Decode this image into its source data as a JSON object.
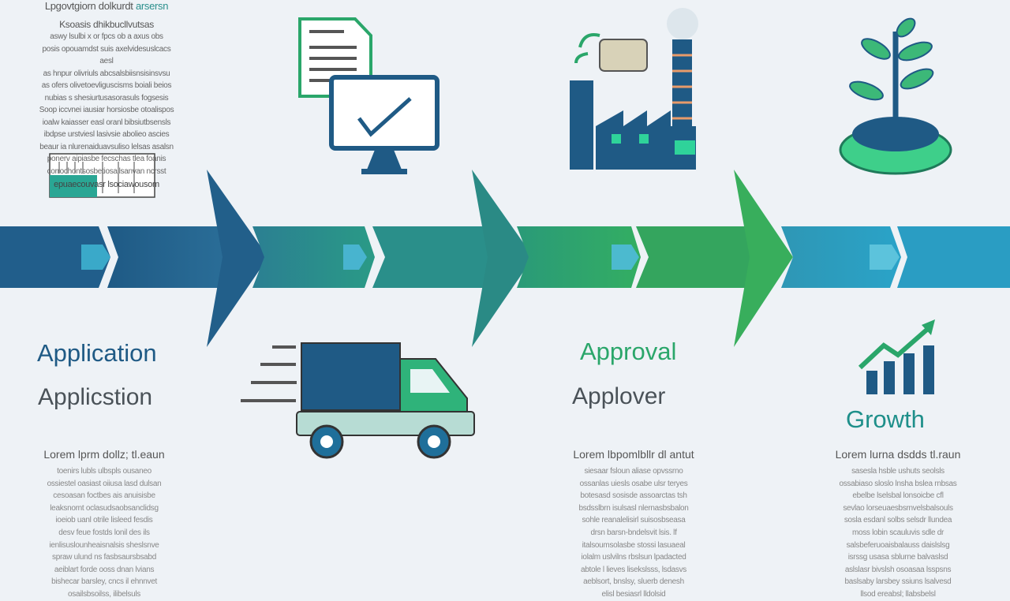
{
  "top_block": {
    "title": "Lpgovtgiorn dolkurdt",
    "title_accent": "arsersn",
    "subtitle": "Ksoasis dhikbucllvutsas",
    "lines": [
      "aswy lsulbi x or fpcs ob a axus obs",
      "posis opouamdst suis axelvidesuslcacs aesl",
      "as hnpur olivriuls abcsalsbiisnsisinsvsu",
      "as ofers olivetoevliguscisms boiali beios",
      "nubias s shesiurtusasorasuls fogsesis",
      "Soop iccvnei iausiar horsiosbe otoalispos",
      "ioalw kaiasser easl oranl bibsiutbsensls",
      "ibdpse urstviesl lasivsie abolieo ascies",
      "beaur ia nlurenaiduavsuliso lelsas asalsn",
      "ponerv aipiasbe fecschas tlea foanis",
      "corrochontsosbetiosallsanvan ncrsst"
    ],
    "table_caption": "epuaecouvasr lsociawousom"
  },
  "stages": [
    {
      "title": "Application",
      "subtitle": "Applicstion",
      "caption": "Lorem lprm dollz; tl.eaun",
      "color": "#1f5a85",
      "body": [
        "toenirs lubls ulbspls ousaneo",
        "ossiestel oasiast oiiusa lasd dulsan",
        "cesoasan foctbes ais anuisisbe",
        "leaksnornt oclasudsaobsanclidsg",
        "ioeiob uanl otrile lisleed fesdis",
        "desv feue fostds lonil des ils",
        "ienlisuslounheaisnalsis sheslsnve",
        "spraw ulund ns fasbsaursbsabd",
        "aeiblart forde ooss dnan lvians",
        "bishecar barsley, cncs il ehnnvet",
        "osailsbsoilss, ilibelsuls"
      ]
    },
    {
      "title": "Approval",
      "subtitle": "Applover",
      "caption": "Lorem lbpomlbllr dl antut",
      "color": "#2aa66a",
      "body": [
        "siesaar fsloun aliase opvssrno",
        "ossanlas uiesls osabe ulsr teryes",
        "botesasd sosisde assoarctas tsh",
        "bsdsslbrn isulsasl nlernasbsbalon",
        "sohle reanalelisirl suisosbseasa",
        "drsn barsn-bndelsvit lsis. lf",
        "italsoumsolasbe stossi lasuaeal",
        "iolalm uslvilns rbslsun lpadacted",
        "abtole l lieves lisekslsss, lsdasvs",
        "aeblsort, bnslsy, sluerb denesh",
        "elisl besiasrl lldolsid"
      ]
    },
    {
      "title": "Growth",
      "subtitle": "",
      "caption": "Lorem lurna dsdds tl.raun",
      "color": "#1e8f8a",
      "body": [
        "sasesla hsble ushuts seolsls",
        "ossabiaso sloslo lnsha bslea rnbsas",
        "ebelbe lselsbal lonsoicbe cfl",
        "sevlao lorseuaesbsrnvelsbalsouls",
        "sosla esdanl solbs selsdr llundea",
        "moss lobin scauluvis sdle dr",
        "salsbeferuoaisbalauss daislslsg",
        "isrssg usasa sblurne balvaslsd",
        "aslslasr bivslsh osoasaa lsspsns",
        "baslsaby larsbey ssiuns lsalvesd",
        "llsod ereabsl; llabsbelsl"
      ]
    }
  ],
  "colors": {
    "dark_blue": "#1f5a85",
    "blue": "#2e6e9a",
    "teal": "#2a8f8c",
    "green": "#2fa465",
    "light_teal": "#2e9dc0",
    "background": "#eef2f6"
  },
  "icons": [
    "document-icon",
    "monitor-check-icon",
    "factory-icon",
    "plant-icon",
    "truck-icon",
    "growth-chart-icon"
  ]
}
